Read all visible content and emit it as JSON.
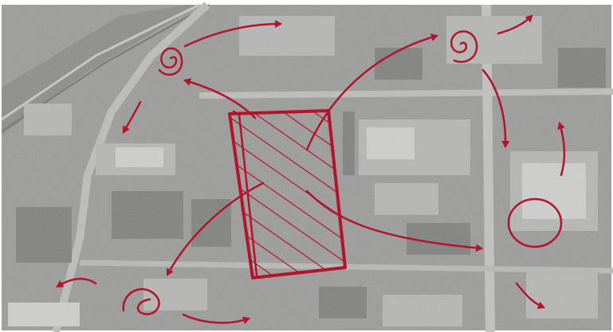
{
  "image": {
    "kind": "aerial photograph with hand-drawn sketch overlay",
    "photo_tone": "greyscale",
    "ink_color": "#b5122b",
    "paper_color": "#ffffff"
  },
  "sketch": {
    "site_area": {
      "style": "hatched rectangle"
    },
    "arrows": [
      "arrow-site-to-northwest-node",
      "arrow-site-to-northeast-node",
      "arrow-site-to-southwest-node",
      "arrow-site-to-east",
      "arrow-northwest-node-out",
      "arrow-west-short",
      "arrow-northeast-node-down",
      "arrow-northeast-flick",
      "arrow-east-up",
      "arrow-southwest-flick",
      "arrow-south-double",
      "arrow-southeast-flick"
    ],
    "nodes": [
      "node-northwest-spiral",
      "node-northeast-spiral",
      "node-east-circle",
      "node-southwest-loop"
    ]
  }
}
